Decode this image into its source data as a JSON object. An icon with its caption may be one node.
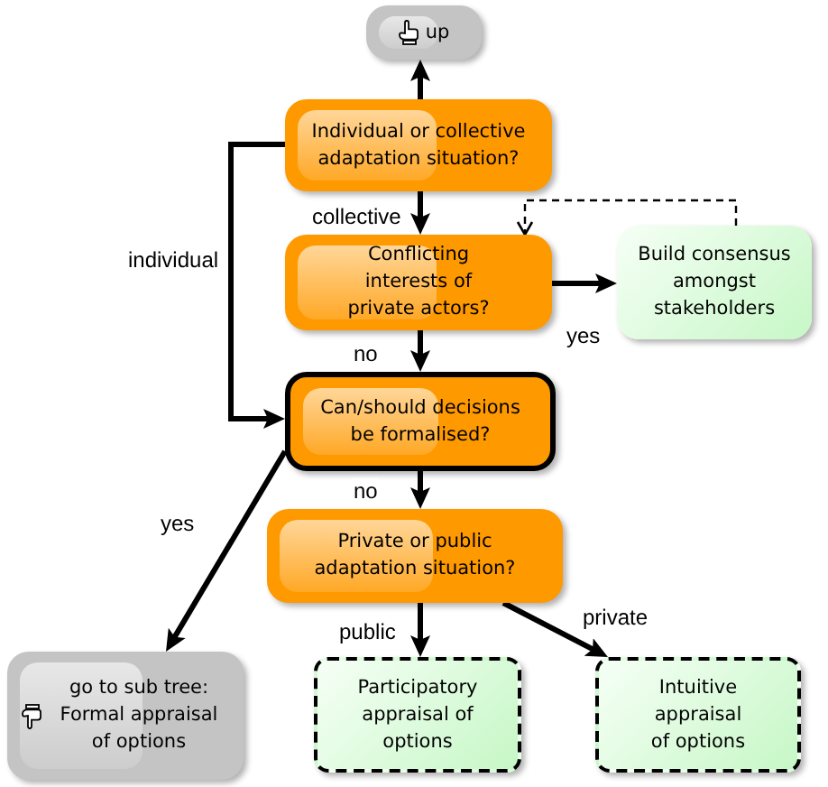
{
  "diagram": {
    "nodes": [
      {
        "text": [
          "up"
        ]
      },
      {
        "text": [
          "Individual or collective adaptation situation?"
        ]
      },
      {
        "text": [
          "Conflicting interests of private actors?"
        ]
      },
      {
        "text": [
          "Build consensus amongst stakeholders"
        ]
      },
      {
        "text": [
          "Can/should decisions be formalised?"
        ]
      },
      {
        "text": [
          "Private or public adaptation situation?"
        ]
      },
      {
        "text": [
          "go to sub tree: Formal appraisal of options"
        ]
      },
      {
        "text": [
          "Participatory appraisal of options"
        ]
      },
      {
        "text": [
          "Intuitive appraisal of options"
        ]
      }
    ],
    "edges": [
      {
        "from": 1,
        "to": 0,
        "arrow": "to"
      },
      {
        "from": 1,
        "to": 2,
        "arrow": "to",
        "label": "collective"
      },
      {
        "from": 1,
        "to": 4,
        "arrow": "to",
        "label": "individual"
      },
      {
        "from": 3,
        "to": 2,
        "arrow": "to",
        "style": "dashed"
      },
      {
        "from": 2,
        "to": 3,
        "arrow": "to",
        "label": "yes"
      },
      {
        "from": 2,
        "to": 4,
        "arrow": "to",
        "label": "no"
      },
      {
        "from": 4,
        "to": 5,
        "arrow": "to",
        "label": "no"
      },
      {
        "from": 4,
        "to": 6,
        "arrow": "to",
        "label": "yes"
      },
      {
        "from": 5,
        "to": 7,
        "arrow": "to",
        "label": "public"
      },
      {
        "from": 5,
        "to": 8,
        "arrow": "to",
        "label": "private"
      }
    ]
  }
}
